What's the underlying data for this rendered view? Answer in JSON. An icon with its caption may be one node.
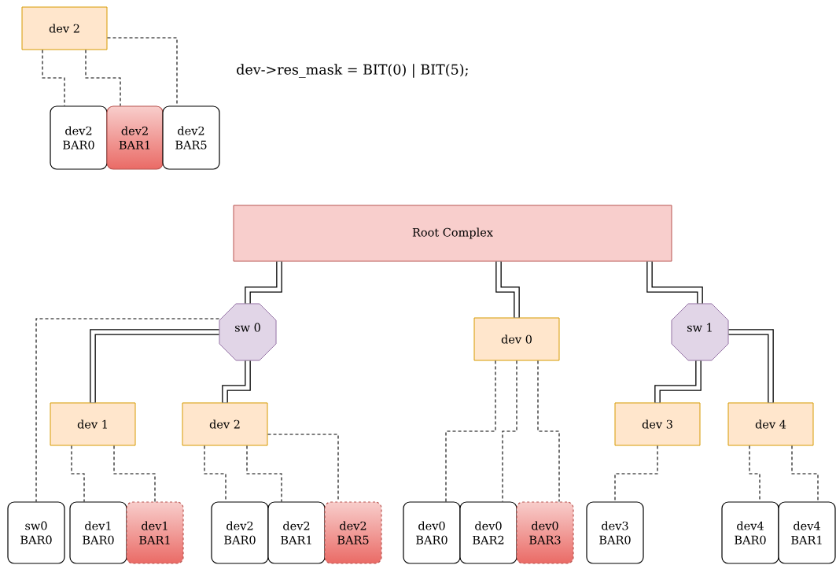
{
  "diagram": {
    "nodes": [
      {
        "text": [
          "dev 2"
        ]
      },
      {
        "text": [
          "dev2 BAR0"
        ]
      },
      {
        "text": [
          "dev2 BAR1"
        ]
      },
      {
        "text": [
          "dev2 BAR5"
        ]
      },
      {
        "text": [
          "Root Complex"
        ]
      },
      {
        "text": [
          "sw 0"
        ]
      },
      {
        "text": [
          "dev 0"
        ]
      },
      {
        "text": [
          "sw 1"
        ]
      },
      {
        "text": [
          "dev 1"
        ]
      },
      {
        "text": [
          "dev 2"
        ]
      },
      {
        "text": [
          "dev 3"
        ]
      },
      {
        "text": [
          "dev 4"
        ]
      },
      {
        "text": [
          "sw0 BAR0"
        ]
      },
      {
        "text": [
          "dev1 BAR0"
        ]
      },
      {
        "text": [
          "dev1 BAR1"
        ]
      },
      {
        "text": [
          "dev2 BAR0"
        ]
      },
      {
        "text": [
          "dev2 BAR1"
        ]
      },
      {
        "text": [
          "dev2 BAR5"
        ]
      },
      {
        "text": [
          "dev0 BAR0"
        ]
      },
      {
        "text": [
          "dev0 BAR2"
        ]
      },
      {
        "text": [
          "dev0 BAR3"
        ]
      },
      {
        "text": [
          "dev3 BAR0"
        ]
      },
      {
        "text": [
          "dev4 BAR0"
        ]
      },
      {
        "text": [
          "dev4 BAR1"
        ]
      }
    ],
    "edges": [
      {
        "from": 0,
        "to": 1,
        "arrow": "none",
        "style": "dashed"
      },
      {
        "from": 0,
        "to": 2,
        "arrow": "none",
        "style": "dashed"
      },
      {
        "from": 0,
        "to": 3,
        "arrow": "none",
        "style": "dashed"
      },
      {
        "from": 4,
        "to": 5,
        "arrow": "none",
        "style": "thick"
      },
      {
        "from": 4,
        "to": 6,
        "arrow": "none",
        "style": "thick"
      },
      {
        "from": 4,
        "to": 7,
        "arrow": "none",
        "style": "thick"
      },
      {
        "from": 5,
        "to": 8,
        "arrow": "none",
        "style": "thick"
      },
      {
        "from": 5,
        "to": 9,
        "arrow": "none",
        "style": "thick"
      },
      {
        "from": 7,
        "to": 10,
        "arrow": "none",
        "style": "thick"
      },
      {
        "from": 7,
        "to": 11,
        "arrow": "none",
        "style": "thick"
      },
      {
        "from": 5,
        "to": 12,
        "arrow": "none",
        "style": "dashed"
      },
      {
        "from": 8,
        "to": 13,
        "arrow": "none",
        "style": "dashed"
      },
      {
        "from": 8,
        "to": 14,
        "arrow": "none",
        "style": "dashed"
      },
      {
        "from": 9,
        "to": 15,
        "arrow": "none",
        "style": "dashed"
      },
      {
        "from": 9,
        "to": 16,
        "arrow": "none",
        "style": "dashed"
      },
      {
        "from": 9,
        "to": 17,
        "arrow": "none",
        "style": "dashed"
      },
      {
        "from": 6,
        "to": 18,
        "arrow": "none",
        "style": "dashed"
      },
      {
        "from": 6,
        "to": 19,
        "arrow": "none",
        "style": "dashed"
      },
      {
        "from": 6,
        "to": 20,
        "arrow": "none",
        "style": "dashed"
      },
      {
        "from": 10,
        "to": 21,
        "arrow": "none",
        "style": "dashed"
      },
      {
        "from": 11,
        "to": 22,
        "arrow": "none",
        "style": "dashed"
      },
      {
        "from": 11,
        "to": 23,
        "arrow": "none",
        "style": "dashed"
      }
    ],
    "labels": [
      "dev->res_mask = BIT(0) | BIT(5);"
    ]
  }
}
